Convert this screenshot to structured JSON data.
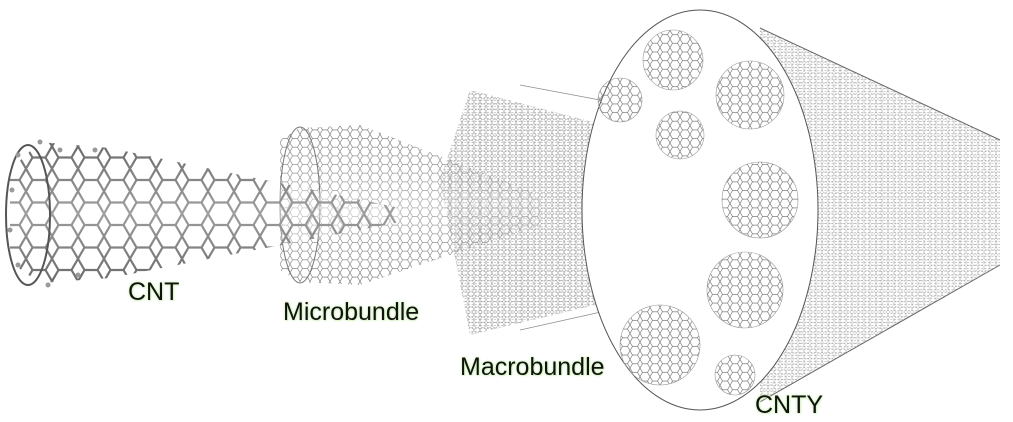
{
  "labels": {
    "cnt": "CNT",
    "microbundle": "Microbundle",
    "macrobundle": "Macrobundle",
    "cnty": "CNTY"
  },
  "colors": {
    "lattice": "#7d7d7d",
    "lattice_dark": "#4a4a4a",
    "atom": "#9a9a9a",
    "label_glow": "#c9f0b0",
    "outline": "#555555"
  }
}
